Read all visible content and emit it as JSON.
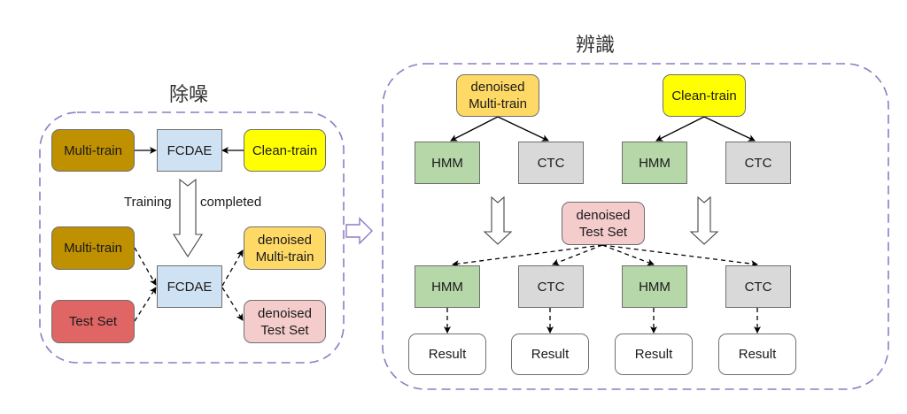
{
  "denoise_section": {
    "title": "除噪",
    "training_stage": {
      "input_noisy": "Multi-train",
      "model": "FCDAE",
      "input_clean": "Clean-train"
    },
    "transition_label_left": "Training",
    "transition_label_right": "completed",
    "inference_stage": {
      "input_1": "Multi-train",
      "input_2": "Test Set",
      "model": "FCDAE",
      "output_1": "denoised\nMulti-train",
      "output_2": "denoised\nTest Set"
    }
  },
  "recognition_section": {
    "title": "辨識",
    "sources": [
      {
        "label": "denoised\nMulti-train",
        "models": [
          "HMM",
          "CTC"
        ]
      },
      {
        "label": "Clean-train",
        "models": [
          "HMM",
          "CTC"
        ]
      }
    ],
    "test_input": "denoised\nTest Set",
    "test_models": [
      "HMM",
      "CTC",
      "HMM",
      "CTC"
    ],
    "results": [
      "Result",
      "Result",
      "Result",
      "Result"
    ]
  },
  "colors": {
    "container_border": "#8e7cc3",
    "multi_train": "#bf9000",
    "fcdae": "#cfe2f3",
    "clean_train": "#ffff00",
    "denoised_multi_train": "#ffd966",
    "test_set": "#e06666",
    "denoised_test_set": "#f4cccc",
    "hmm": "#b6d7a8",
    "ctc": "#d9d9d9",
    "result": "#ffffff"
  }
}
